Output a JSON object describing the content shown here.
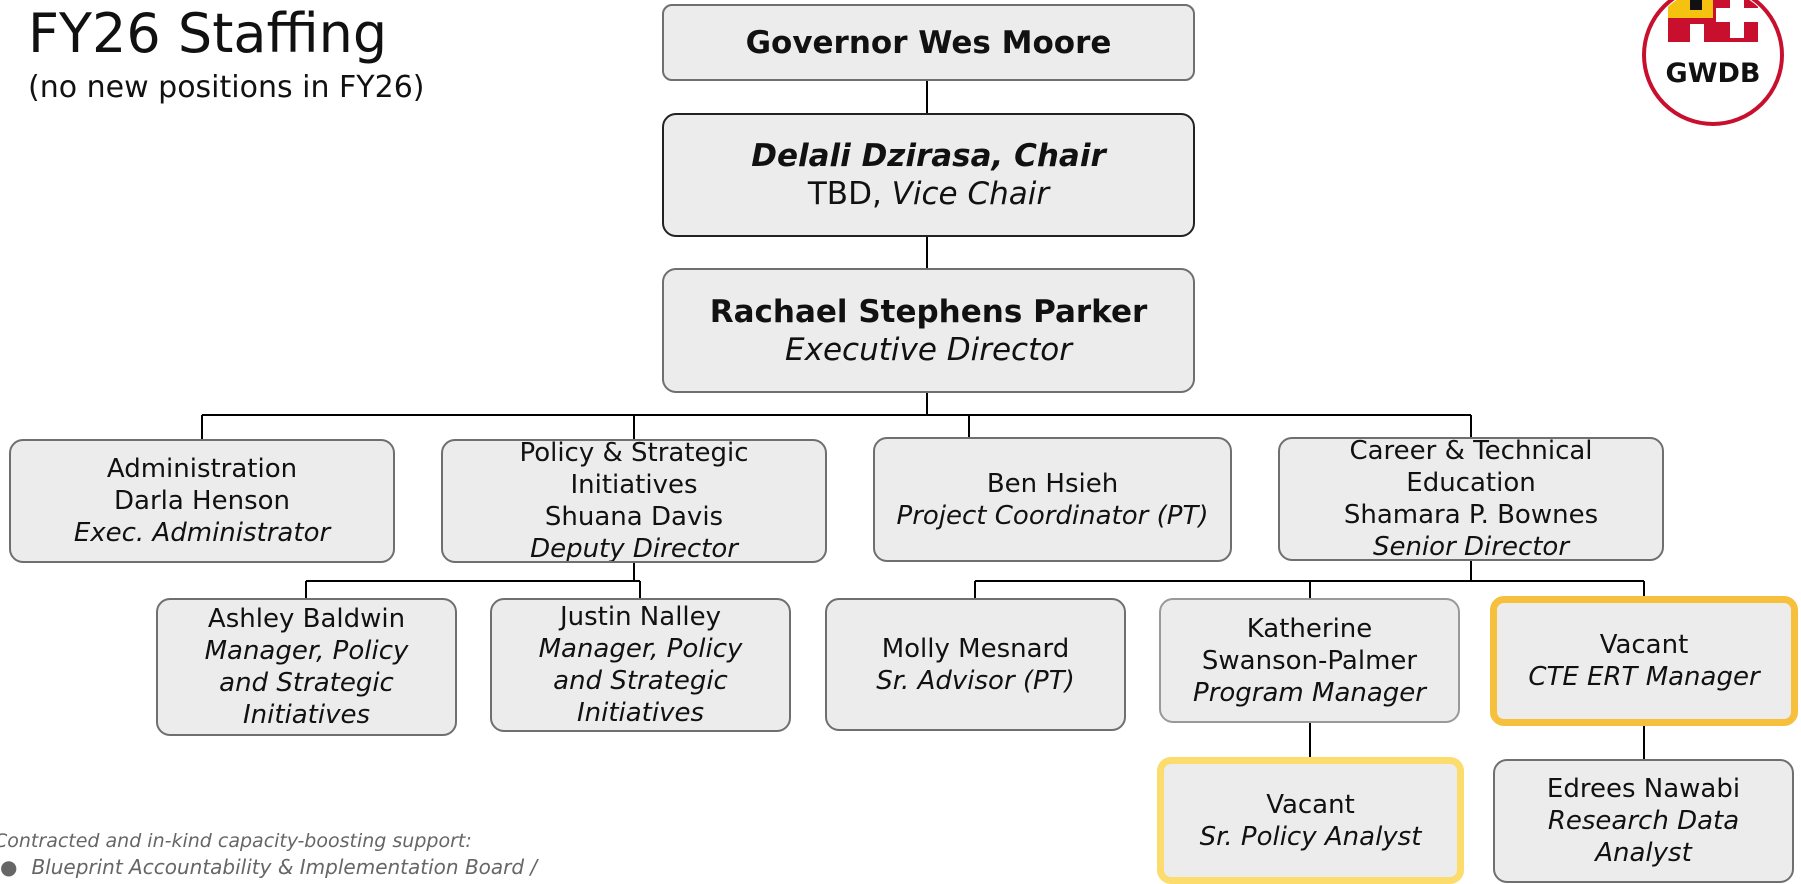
{
  "page": {
    "title": "FY26 Staffing",
    "subtitle": "(no new positions in FY26)"
  },
  "logo": {
    "text": "GWDB"
  },
  "chart_data": {
    "type": "org-chart",
    "nodes": {
      "governor": {
        "lines": [
          "Governor Wes Moore"
        ]
      },
      "chair": {
        "name": "Delali Dzirasa, Chair",
        "vice_name": "TBD, ",
        "vice_role": "Vice Chair"
      },
      "exec_director": {
        "name": "Rachael Stephens Parker",
        "role": "Executive Director"
      },
      "administration": {
        "dept": "Administration",
        "name": "Darla Henson",
        "role": "Exec. Administrator"
      },
      "policy": {
        "dept1": "Policy & Strategic",
        "dept2": "Initiatives",
        "name": "Shuana Davis",
        "role": "Deputy Director"
      },
      "ben": {
        "name": "Ben Hsieh",
        "role": "Project Coordinator (PT)"
      },
      "cte": {
        "dept1": "Career & Technical",
        "dept2": "Education",
        "name": "Shamara P. Bownes",
        "role": "Senior Director"
      },
      "ashley": {
        "name": "Ashley Baldwin",
        "role1": "Manager, Policy",
        "role2": "and Strategic",
        "role3": "Initiatives"
      },
      "justin": {
        "name": "Justin Nalley",
        "role1": "Manager, Policy",
        "role2": "and Strategic",
        "role3": "Initiatives"
      },
      "molly": {
        "name": "Molly Mesnard",
        "role": "Sr. Advisor (PT)"
      },
      "katherine": {
        "name1": "Katherine",
        "name2": "Swanson-Palmer",
        "role": "Program Manager"
      },
      "vacant_cte": {
        "name": "Vacant",
        "role": "CTE ERT Manager"
      },
      "vacant_policy": {
        "name": "Vacant",
        "role": "Sr. Policy Analyst"
      },
      "edrees": {
        "name": "Edrees Nawabi",
        "role1": "Research Data",
        "role2": "Analyst"
      }
    },
    "edges": [
      [
        "governor",
        "chair"
      ],
      [
        "chair",
        "exec_director"
      ],
      [
        "exec_director",
        "administration"
      ],
      [
        "exec_director",
        "policy"
      ],
      [
        "exec_director",
        "ben"
      ],
      [
        "exec_director",
        "cte"
      ],
      [
        "policy",
        "ashley"
      ],
      [
        "policy",
        "justin"
      ],
      [
        "cte",
        "molly"
      ],
      [
        "cte",
        "katherine"
      ],
      [
        "cte",
        "vacant_cte"
      ],
      [
        "katherine",
        "vacant_policy"
      ],
      [
        "vacant_cte",
        "edrees"
      ]
    ],
    "highlighted": [
      "vacant_cte",
      "vacant_policy"
    ],
    "colors": {
      "box_fill": "#ececec",
      "box_border": "#6f6f6f",
      "highlight_orange": "#f6bf3c",
      "highlight_yellow": "#fbdc6c"
    }
  },
  "footer": {
    "heading": "Contracted and in-kind capacity-boosting support:",
    "items": [
      "Blueprint Accountability & Implementation Board  /"
    ]
  }
}
